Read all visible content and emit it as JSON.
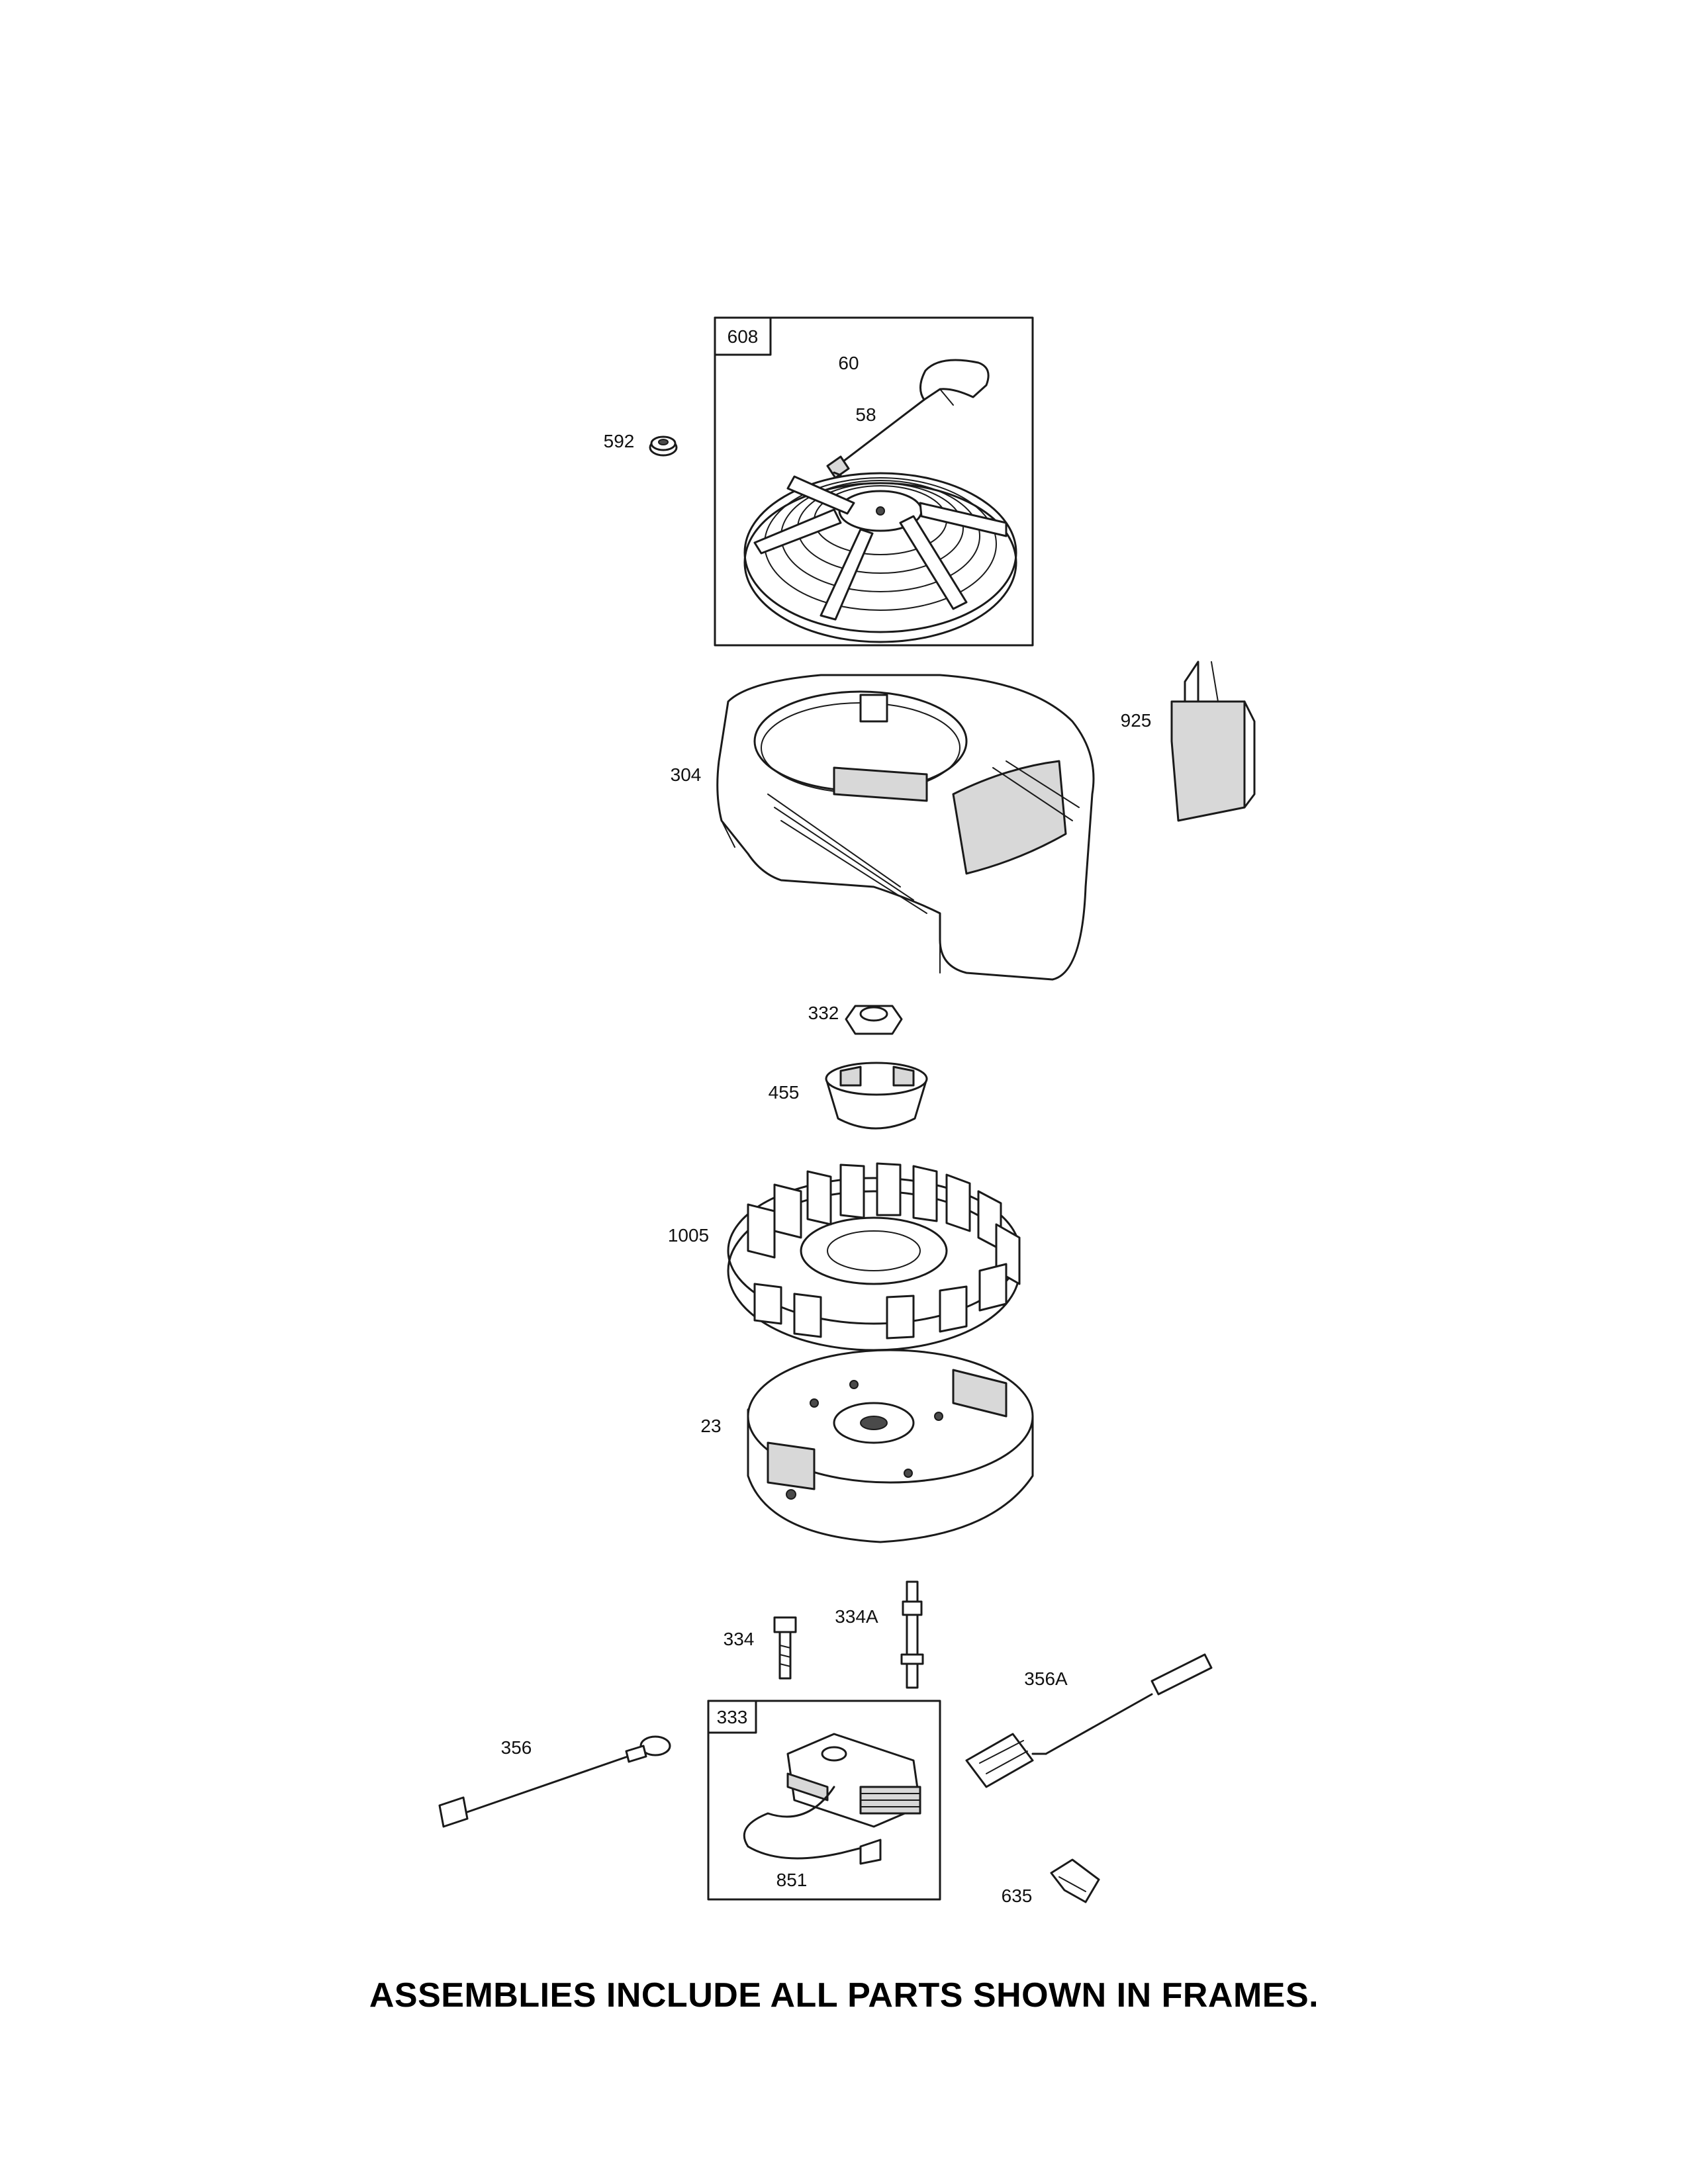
{
  "diagram": {
    "frames": [
      {
        "id": "frame-608",
        "label": "608"
      },
      {
        "id": "frame-333",
        "label": "333"
      }
    ],
    "callouts": {
      "c60": "60",
      "c58": "58",
      "c592": "592",
      "c925": "925",
      "c304": "304",
      "c332": "332",
      "c455": "455",
      "c1005": "1005",
      "c23": "23",
      "c334": "334",
      "c334A": "334A",
      "c356A": "356A",
      "c356": "356",
      "c851": "851",
      "c635": "635"
    },
    "footer": "ASSEMBLIES INCLUDE ALL PARTS SHOWN IN FRAMES."
  }
}
